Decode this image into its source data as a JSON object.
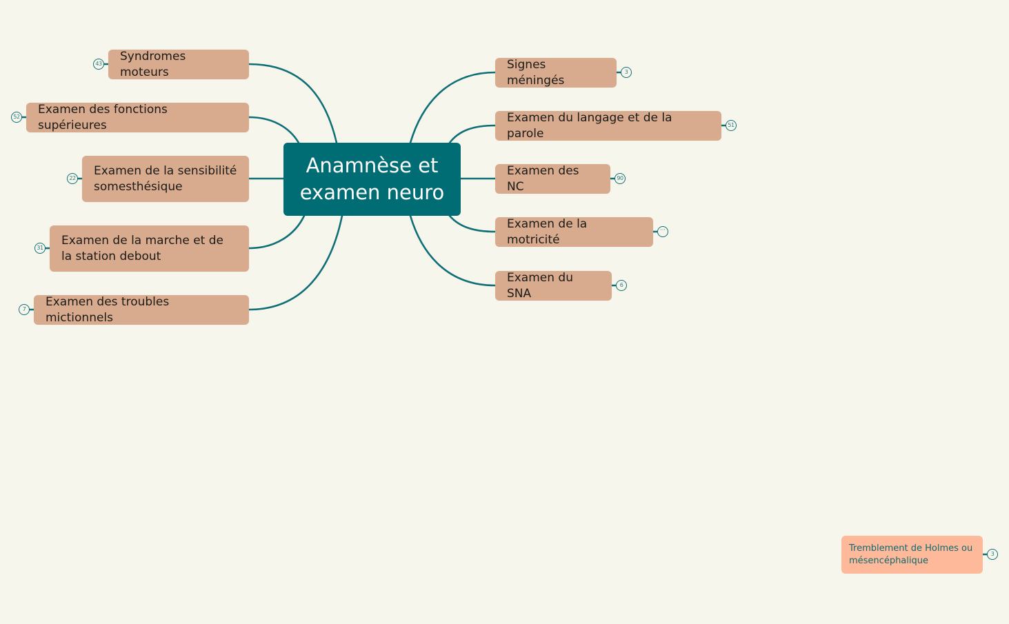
{
  "map": {
    "background": "#f7f6ec",
    "connector_color": "#0f6e76",
    "central": {
      "label": "Anamnèse et examen neuro",
      "color": "#006d75"
    },
    "left_branches": [
      {
        "label": "Syndromes moteurs",
        "count": "43"
      },
      {
        "label": "Examen des fonctions supérieures",
        "count": "52"
      },
      {
        "label": "Examen de la sensibilité somesthésique",
        "count": "22"
      },
      {
        "label": "Examen de la marche et de la station debout",
        "count": "31"
      },
      {
        "label": "Examen des troubles mictionnels",
        "count": "7"
      }
    ],
    "right_branches": [
      {
        "label": "Signes méningés",
        "count": "3"
      },
      {
        "label": "Examen du langage et de la parole",
        "count": "51"
      },
      {
        "label": "Examen des NC",
        "count": "90"
      },
      {
        "label": "Examen de la motricité",
        "count": "···"
      },
      {
        "label": "Examen du SNA",
        "count": "6"
      }
    ],
    "branch_color": "#d8ab8f",
    "floating_topic": {
      "label": "Tremblement de Holmes ou mésencéphalique",
      "count": "3",
      "color": "#fdb99a"
    }
  }
}
